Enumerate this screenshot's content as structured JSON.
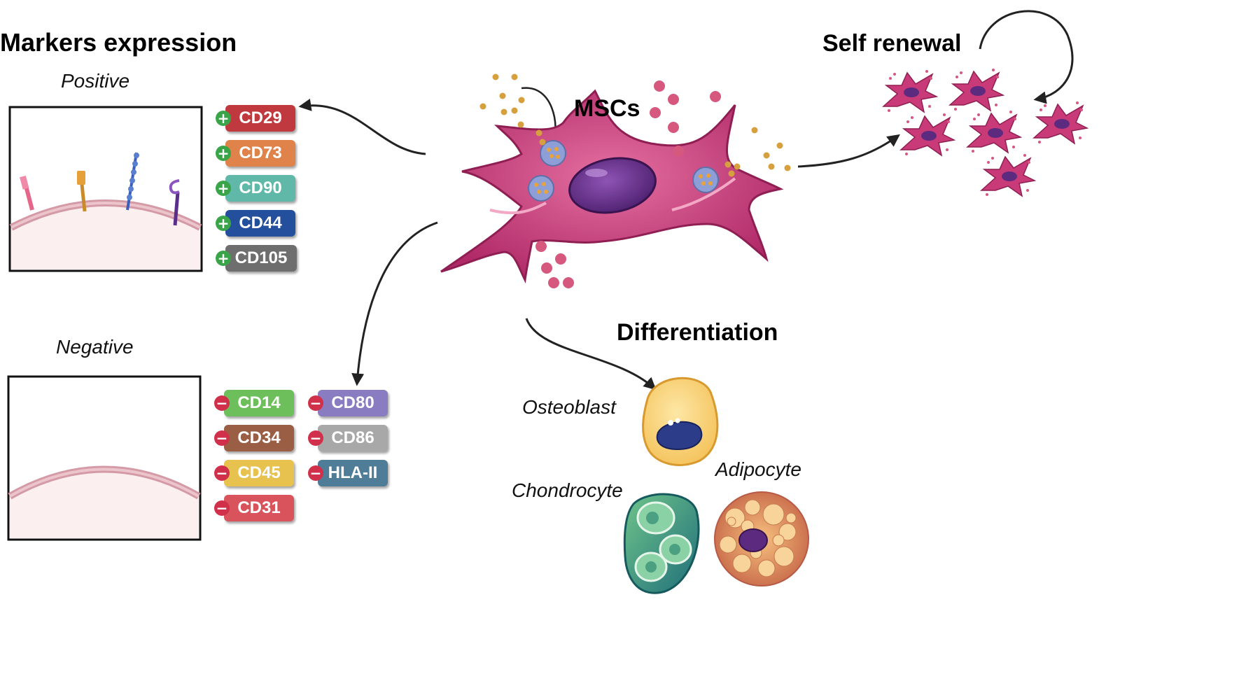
{
  "headings": {
    "markers": "Markers expression",
    "positive": "Positive",
    "negative": "Negative",
    "mscs": "MSCs",
    "self_renewal": "Self renewal",
    "differentiation": "Differentiation"
  },
  "cell_types": {
    "osteoblast": "Osteoblast",
    "chondrocyte": "Chondrocyte",
    "adipocyte": "Adipocyte"
  },
  "positive_markers": [
    {
      "label": "CD29",
      "color": "#c0393f"
    },
    {
      "label": "CD73",
      "color": "#e0834a"
    },
    {
      "label": "CD90",
      "color": "#5fb8a8"
    },
    {
      "label": "CD44",
      "color": "#234f9c"
    },
    {
      "label": "CD105",
      "color": "#6e6e6e"
    }
  ],
  "negative_markers": [
    {
      "label": "CD14",
      "color": "#6cbf5a"
    },
    {
      "label": "CD34",
      "color": "#9a5e45"
    },
    {
      "label": "CD45",
      "color": "#e8c24e"
    },
    {
      "label": "CD31",
      "color": "#d8535c"
    },
    {
      "label": "CD80",
      "color": "#8a7cc0"
    },
    {
      "label": "CD86",
      "color": "#a8a8a8"
    },
    {
      "label": "HLA-II",
      "color": "#4f7d98"
    }
  ],
  "colors": {
    "plus_sign": "#3aa548",
    "minus_sign": "#d0304a",
    "cell_body": "#c93a78",
    "nucleus": "#5c2b80"
  }
}
